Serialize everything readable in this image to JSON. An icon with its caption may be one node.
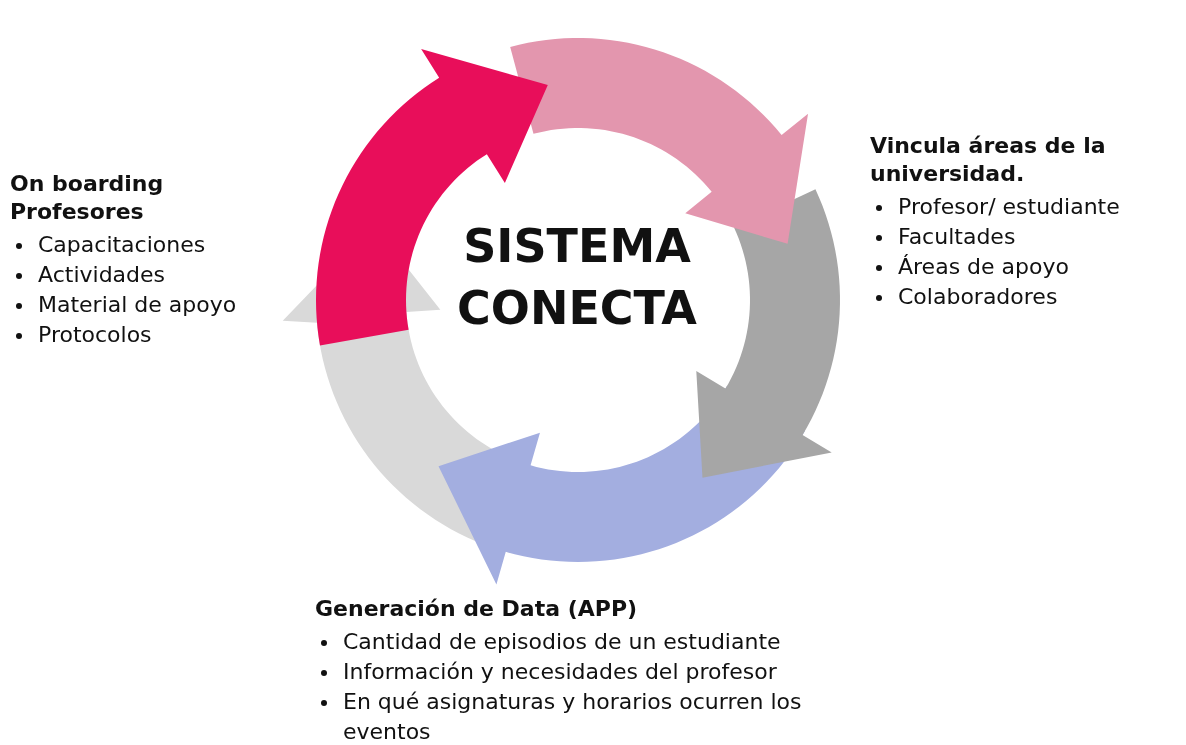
{
  "diagram": {
    "labels": [
      "SISTEMA CONECTA",
      "On boarding Profesores",
      "Capacitaciones",
      "Actividades",
      "Material de apoyo",
      "Protocolos",
      "Vincula áreas de la universidad.",
      "Profesor/ estudiante",
      "Facultades",
      "Áreas de apoyo",
      "Colaboradores",
      "Generación de Data (APP)",
      "Cantidad de episodios de un estudiante",
      "Información y necesidades del profesor",
      "En qué asignaturas y horarios ocurren los eventos"
    ]
  }
}
